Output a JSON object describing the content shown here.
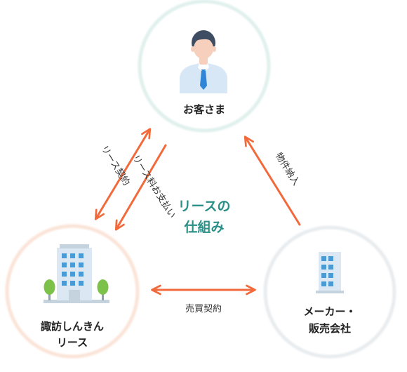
{
  "nodes": {
    "customer": {
      "label": "お客さま"
    },
    "lease": {
      "label_line1": "諏訪しんきん",
      "label_line2": "リース"
    },
    "maker": {
      "label_line1": "メーカー・",
      "label_line2": "販売会社"
    }
  },
  "center": {
    "line1": "リースの",
    "line2": "仕組み"
  },
  "edges": {
    "lease_contract": "リース契約",
    "lease_payment": "リース料お支払い",
    "delivery": "物件納入",
    "sales_contract": "売買契約"
  },
  "colors": {
    "arrow": "#f26a3c",
    "center_text": "#2a8f87",
    "customer_ring": "#dff0ec",
    "lease_ring": "#fbe3d7",
    "maker_ring": "#e8ecef",
    "building_window": "#4a9ad6",
    "building_body": "#dbe7f2",
    "tree": "#7cc24a"
  }
}
